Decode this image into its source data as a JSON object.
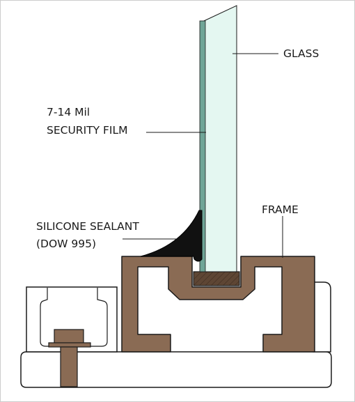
{
  "labels": {
    "glass": "GLASS",
    "film_line1": "7-14 Mil",
    "film_line2": "SECURITY FILM",
    "sealant_line1": "SILICONE SEALANT",
    "sealant_line2": "(DOW 995)",
    "frame": "FRAME"
  },
  "colors": {
    "glass_fill": "#e4f7f1",
    "film": "#6fa597",
    "frame_fill": "#8a6b54",
    "sealant": "#111111",
    "setting_block": "#5e4634",
    "bolt": "#8a6b54",
    "outline": "#1a1a1a"
  }
}
